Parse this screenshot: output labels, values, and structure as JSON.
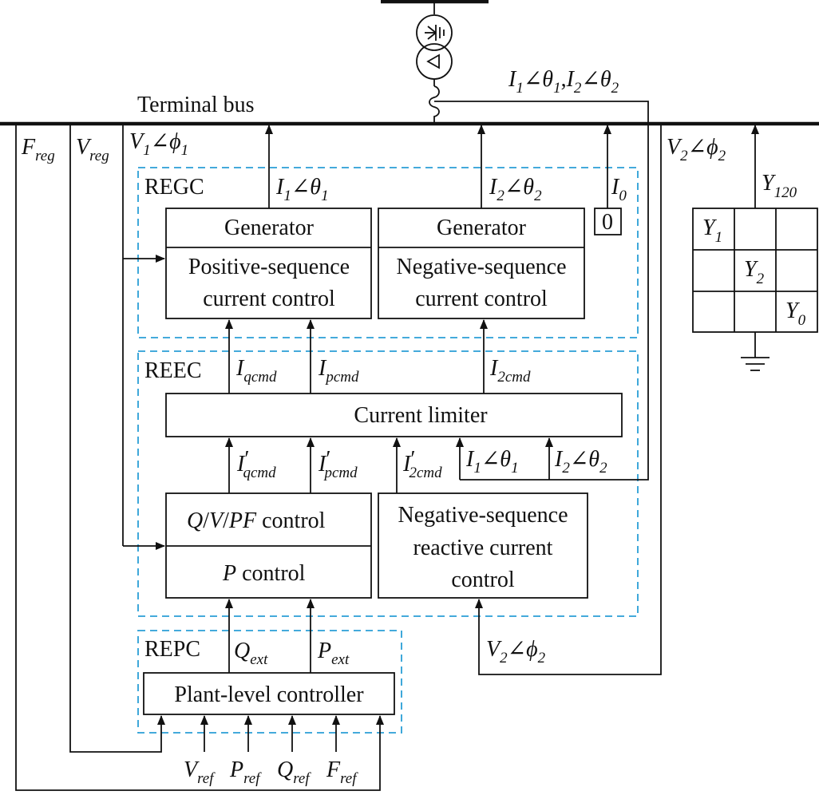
{
  "bus_label": "Terminal bus",
  "modules": {
    "regc": "REGC",
    "reec": "REEC",
    "repc": "REPC"
  },
  "blocks": {
    "gen_pos_top": "Generator",
    "gen_pos_line1": "Positive-sequence",
    "gen_pos_line2": "current control",
    "gen_neg_top": "Generator",
    "gen_neg_line1": "Negative-sequence",
    "gen_neg_line2": "current control",
    "zero_box": "0",
    "current_limiter": "Current limiter",
    "qvpf_q": "Q",
    "qvpf_v": "V",
    "qvpf_pf": "PF",
    "qvpf_slash": "/",
    "qvpf_suffix": " control",
    "p_control_p": "P",
    "p_control_suffix": " control",
    "neg_react_line1": "Negative-sequence",
    "neg_react_line2": "reactive current",
    "neg_react_line3": "control",
    "plant_controller": "Plant-level controller"
  },
  "matrix": {
    "label_main": "Y",
    "label_sub": "120",
    "diag": [
      {
        "main": "Y",
        "sub": "1"
      },
      {
        "main": "Y",
        "sub": "2"
      },
      {
        "main": "Y",
        "sub": "0"
      }
    ]
  },
  "signals": {
    "angle": "∠",
    "prime": "′",
    "comma": ",",
    "I": "I",
    "V": "V",
    "F": "F",
    "P": "P",
    "Q": "Q",
    "theta": "θ",
    "phi": "ϕ",
    "sub_1": "1",
    "sub_2": "2",
    "sub_0": "0",
    "sub_reg": "reg",
    "sub_ref": "ref",
    "sub_ext": "ext",
    "sub_qcmd": "qcmd",
    "sub_pcmd": "pcmd",
    "sub_2cmd": "2cmd"
  }
}
